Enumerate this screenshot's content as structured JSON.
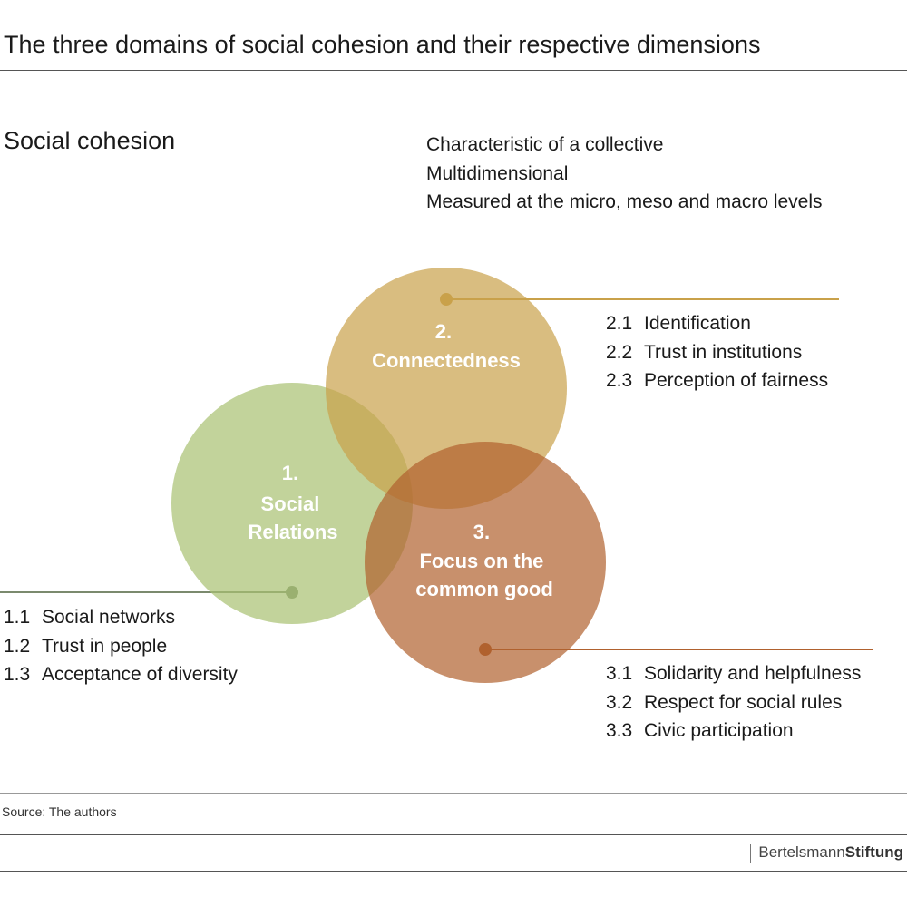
{
  "header": {
    "title": "The three domains of social cohesion and their respective dimensions"
  },
  "concept": {
    "name": "Social cohesion",
    "characteristics": [
      "Characteristic of a collective",
      "Multidimensional",
      "Measured at the micro, meso and macro levels"
    ]
  },
  "colors": {
    "social_relations": "#a8c070",
    "connectedness": "#c9a14a",
    "common_good": "#b0612e",
    "line_1": "#7b8a6e",
    "line_2": "#c9a14a",
    "line_3": "#b0612e"
  },
  "domains": [
    {
      "number": "1.",
      "label_lines": [
        "Social",
        "Relations"
      ],
      "dimensions": [
        {
          "num": "1.1",
          "text": "Social networks"
        },
        {
          "num": "1.2",
          "text": "Trust in people"
        },
        {
          "num": "1.3",
          "text": "Acceptance of diversity"
        }
      ]
    },
    {
      "number": "2.",
      "label_lines": [
        "Connectedness"
      ],
      "dimensions": [
        {
          "num": "2.1",
          "text": "Identification"
        },
        {
          "num": "2.2",
          "text": "Trust in institutions"
        },
        {
          "num": "2.3",
          "text": "Perception of fairness"
        }
      ]
    },
    {
      "number": "3.",
      "label_lines": [
        "Focus on the",
        "common good"
      ],
      "dimensions": [
        {
          "num": "3.1",
          "text": "Solidarity and helpfulness"
        },
        {
          "num": "3.2",
          "text": "Respect for social rules"
        },
        {
          "num": "3.3",
          "text": "Civic participation"
        }
      ]
    }
  ],
  "footer": {
    "source": "Source: The authors",
    "brand_regular": "Bertelsmann",
    "brand_bold": "Stiftung"
  }
}
